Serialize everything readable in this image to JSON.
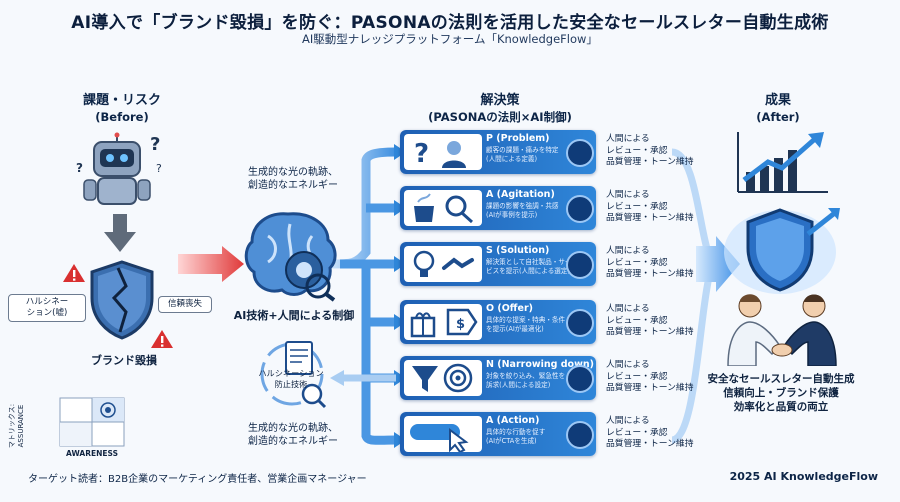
{
  "title": "AI導入で「ブランド毀損」を防ぐ：PASONAの法則を活用した安全なセールスレター自動生成術",
  "subtitle": "AI駆動型ナレッジプラットフォーム「KnowledgeFlow」",
  "before": {
    "heading": "課題・リスク",
    "heading_sub": "(Before)",
    "label_hallucination": "ハルシネー\nション(嘘)",
    "label_trust": "信頼喪失",
    "label_brand": "ブランド毀損"
  },
  "middle": {
    "creative_top": "生成的な光の軌跡、\n創造的なエネルギー",
    "control": "AI技術+人間による制御",
    "prevention": "ハルシネーション\n防止技術",
    "creative_bottom": "生成的な光の軌跡、\n創造的なエネルギー"
  },
  "solution": {
    "heading": "解決策",
    "heading_sub": "(PASONAの法則×AI制御)",
    "cards": [
      {
        "title": "P (Problem)",
        "desc": "顧客の課題・痛みを特定\n(人間による定義)"
      },
      {
        "title": "A (Agitation)",
        "desc": "課題の影響を強調・共感\n(AIが事例を提示)"
      },
      {
        "title": "S (Solution)",
        "desc": "解決策として自社製品・サー\nビスを提示(人間による選定)"
      },
      {
        "title": "O (Offer)",
        "desc": "具体的な提案・特典・条件\nを提示(AIが最適化)"
      },
      {
        "title": "N (Narrowing down)",
        "desc": "対象を絞り込み、緊急性を\n訴求(人間による設定)"
      },
      {
        "title": "A (Action)",
        "desc": "具体的な行動を促す\n(AIがCTAを生成)"
      }
    ],
    "review_text": "人間による\nレビュー・承認\n品質管理・トーン維持"
  },
  "after": {
    "heading": "成果",
    "heading_sub": "(After)",
    "result": "安全なセールスレター自動生成\n信頼向上・ブランド保護\n効率化と品質の両立"
  },
  "matrix": {
    "ylabel": "マトリックス:\nASSURANCE",
    "xlabel": "AWARENESS"
  },
  "footer": {
    "target": "ターゲット読者：B2B企業のマーケティング責任者、営業企画マネージャー",
    "credit": "2025 AI KnowledgeFlow"
  },
  "colors": {
    "card_dark": "#1e5fb3",
    "card_light": "#2f86d9",
    "shield": "#2a6fc4",
    "danger": "#d93030",
    "arrow_red": "#e03a3a"
  }
}
